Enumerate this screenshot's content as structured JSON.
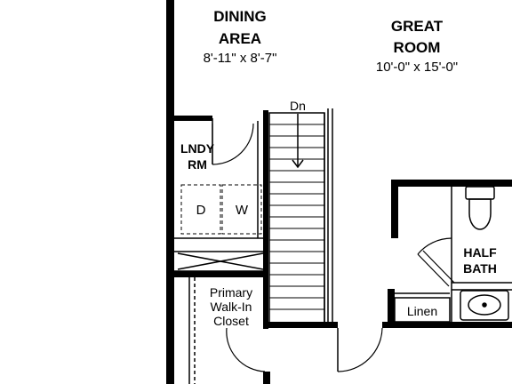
{
  "rooms": {
    "dining": {
      "name_line1": "DINING",
      "name_line2": "AREA",
      "dimensions": "8'-11\" x 8'-7\""
    },
    "great_room": {
      "name_line1": "GREAT",
      "name_line2": "ROOM",
      "dimensions": "10'-0\" x 15'-0\""
    },
    "laundry": {
      "name_line1": "LNDY",
      "name_line2": "RM"
    },
    "half_bath": {
      "name_line1": "HALF",
      "name_line2": "BATH"
    },
    "closet": {
      "name_line1": "Primary",
      "name_line2": "Walk-In",
      "name_line3": "Closet"
    },
    "linen": {
      "name": "Linen"
    }
  },
  "stairs": {
    "direction_label": "Dn"
  },
  "appliances": {
    "dryer": "D",
    "washer": "W"
  },
  "colors": {
    "wall": "#000000",
    "background": "#ffffff"
  }
}
